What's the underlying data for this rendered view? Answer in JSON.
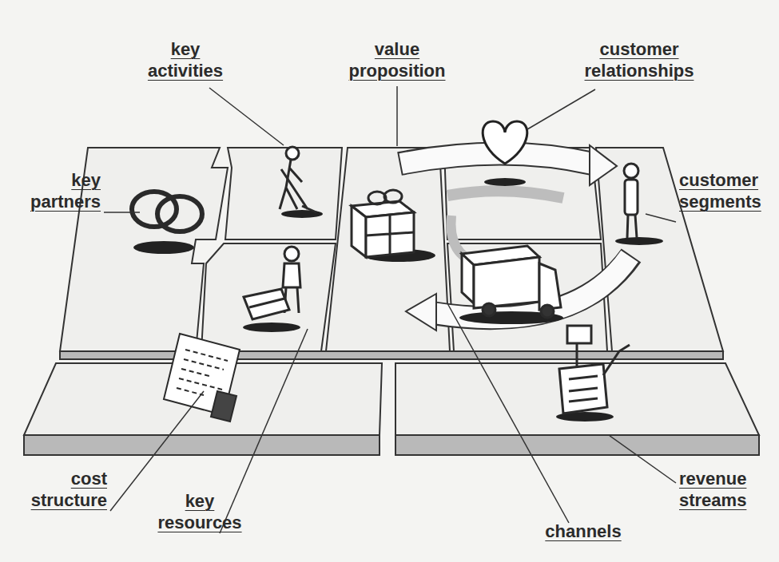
{
  "diagram": {
    "labels": [
      "key activities",
      "value proposition",
      "customer relationships",
      "key partners",
      "customer segments",
      "cost structure",
      "key resources",
      "channels",
      "revenue streams"
    ]
  }
}
